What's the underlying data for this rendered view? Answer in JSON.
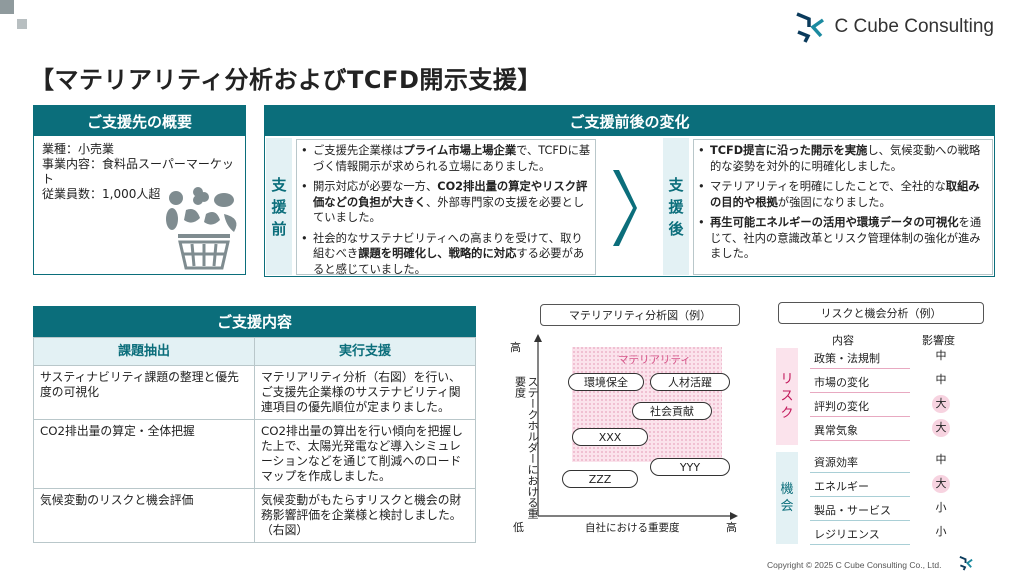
{
  "page": {
    "title": "【マテリアリティ分析およびTCFD開示支援】",
    "logo_text": "C Cube Consulting",
    "copyright": "Copyright  © 2025  C Cube Consulting Co., Ltd."
  },
  "client": {
    "header": "ご支援先の概要",
    "lines": [
      "業種：小売業",
      "事業内容：食料品スーパーマーケット",
      "従業員数：1,000人超"
    ]
  },
  "change": {
    "header": "ご支援前後の変化",
    "before_label": [
      "支",
      "援",
      "前"
    ],
    "after_label": [
      "支",
      "援",
      "後"
    ],
    "before": [
      {
        "parts": [
          {
            "t": "ご支援先企業様は",
            "b": false
          },
          {
            "t": "プライム市場上場企業",
            "b": true
          },
          {
            "t": "で、TCFDに基づく情報開示が求められる立場にありました。",
            "b": false
          }
        ]
      },
      {
        "parts": [
          {
            "t": "開示対応が必要な一方、",
            "b": false
          },
          {
            "t": "CO2排出量の算定やリスク評価などの負担が大きく",
            "b": true
          },
          {
            "t": "、外部専門家の支援を必要としていました。",
            "b": false
          }
        ]
      },
      {
        "parts": [
          {
            "t": "社会的なサステナビリティへの高まりを受けて、取り組むべき",
            "b": false
          },
          {
            "t": "課題を明確化し、戦略的に対応",
            "b": true
          },
          {
            "t": "する必要があると感じていました。",
            "b": false
          }
        ]
      }
    ],
    "after": [
      {
        "parts": [
          {
            "t": "TCFD提言に沿った開示を実施",
            "b": true
          },
          {
            "t": "し、気候変動への戦略的な姿勢を対外的に明確化しました。",
            "b": false
          }
        ]
      },
      {
        "parts": [
          {
            "t": "マテリアリティを明確にしたことで、全社的な",
            "b": false
          },
          {
            "t": "取組みの目的や根拠",
            "b": true
          },
          {
            "t": "が強固になりました。",
            "b": false
          }
        ]
      },
      {
        "parts": [
          {
            "t": "再生可能エネルギーの活用や環境データの可視化",
            "b": true
          },
          {
            "t": "を通じて、社内の意識改革とリスク管理体制の強化が進みました。",
            "b": false
          }
        ]
      }
    ]
  },
  "support": {
    "header": "ご支援内容",
    "col1": "課題抽出",
    "col2": "実行支援",
    "rows": [
      [
        "サスティナビリティ課題の整理と優先度の可視化",
        "マテリアリティ分析（右図）を行い、ご支援先企業様のサステナビリティ関連項目の優先順位が定まりました。"
      ],
      [
        "CO2排出量の算定・全体把握",
        "CO2排出量の算出を行い傾向を把握した上で、太陽光発電など導入シミュレーションなどを通じて削減へのロードマップを作成しました。"
      ],
      [
        "気候変動のリスクと機会評価",
        "気候変動がもたらすリスクと機会の財務影響評価を企業様と検討しました。（右図）"
      ]
    ]
  },
  "materiality": {
    "banner": "マテリアリティ分析図（例）",
    "y_high": "高",
    "y_low": "低",
    "x_high": "高",
    "y_axis": "ステークホルダーにおける重要度",
    "x_axis": "自社における重要度",
    "zone_label": "マテリアリティ",
    "items": [
      "環境保全",
      "人材活躍",
      "社会貢献",
      "XXX",
      "YYY",
      "ZZZ"
    ]
  },
  "risk": {
    "banner": "リスクと機会分析（例）",
    "col_item": "内容",
    "col_impact": "影響度",
    "risk_label": [
      "リ",
      "ス",
      "ク"
    ],
    "opp_label": [
      "機",
      "会"
    ],
    "risk_rows": [
      {
        "item": "政策・法規制",
        "impact": "中",
        "high": false
      },
      {
        "item": "市場の変化",
        "impact": "中",
        "high": false
      },
      {
        "item": "評判の変化",
        "impact": "大",
        "high": true
      },
      {
        "item": "異常気象",
        "impact": "大",
        "high": true
      }
    ],
    "opp_rows": [
      {
        "item": "資源効率",
        "impact": "中",
        "high": false
      },
      {
        "item": "エネルギー",
        "impact": "大",
        "high": true
      },
      {
        "item": "製品・サービス",
        "impact": "小",
        "high": false
      },
      {
        "item": "レジリエンス",
        "impact": "小",
        "high": false
      }
    ]
  }
}
